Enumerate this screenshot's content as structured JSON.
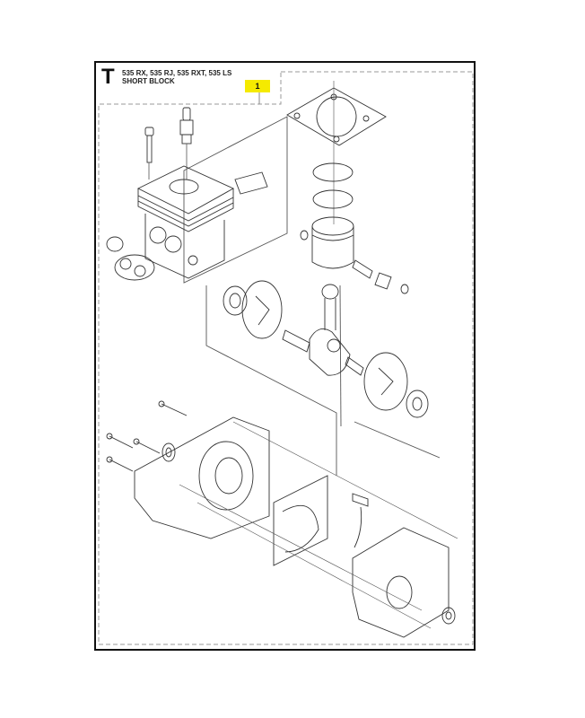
{
  "header": {
    "section_letter": "T",
    "models": "535 RX, 535 RJ, 535 RXT, 535 LS",
    "subtitle": "SHORT BLOCK"
  },
  "callouts": [
    {
      "label": "1",
      "color": "#f5ea00"
    }
  ],
  "diagram": {
    "type": "exploded parts view",
    "parts": [
      "spark-plug",
      "cylinder-bolt",
      "cylinder",
      "exhaust-gasket",
      "intake-flange",
      "cylinder-base-gasket",
      "piston-ring-upper",
      "piston-ring-lower",
      "piston",
      "piston-pin",
      "needle-bearing",
      "circlip-left",
      "circlip-right",
      "crankshaft",
      "connecting-rod",
      "bearing-left",
      "bearing-right",
      "crank-half-left",
      "crank-half-right",
      "crankcase-bolts",
      "crankcase-left",
      "crankcase-gasket",
      "crankcase-right",
      "oil-seal-left",
      "oil-seal-right",
      "pump-lever"
    ],
    "line_color": "#333333",
    "dash_color": "#888888"
  }
}
